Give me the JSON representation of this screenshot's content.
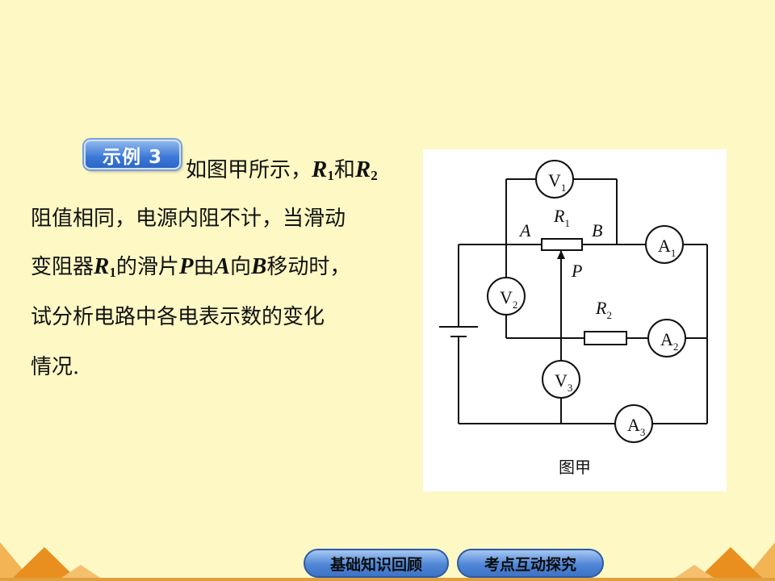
{
  "example": {
    "badge": "示例 3"
  },
  "problem": {
    "line1_text": "如图甲所示，",
    "r1": "R",
    "r1_sub": "1",
    "and": "和",
    "r2": "R",
    "r2_sub": "2",
    "line2": "阻值相同，电源内阻不计，当滑动",
    "line3_a": "变阻器",
    "line3_b": "的滑片",
    "p": "P",
    "line3_c": "由",
    "a": "A",
    "line3_d": "向",
    "b": "B",
    "line3_e": "移动时，",
    "line4": "试分析电路中各电表示数的变化",
    "line5": "情况."
  },
  "figure": {
    "caption": "图甲",
    "labels": {
      "v1": "V",
      "v1_sub": "1",
      "v2": "V",
      "v2_sub": "2",
      "v3": "V",
      "v3_sub": "3",
      "a1": "A",
      "a1_sub": "1",
      "a2": "A",
      "a2_sub": "2",
      "a3": "A",
      "a3_sub": "3",
      "r1": "R",
      "r1_sub": "1",
      "r2": "R",
      "r2_sub": "2",
      "end_a": "A",
      "end_b": "B",
      "slider_p": "P"
    }
  },
  "nav": {
    "basic_review": "基础知识回顾",
    "exam_points": "考点互动探究"
  },
  "colors": {
    "background": "#fdf8c4",
    "badge": "#3b78d8",
    "deco": "#e8952a"
  }
}
